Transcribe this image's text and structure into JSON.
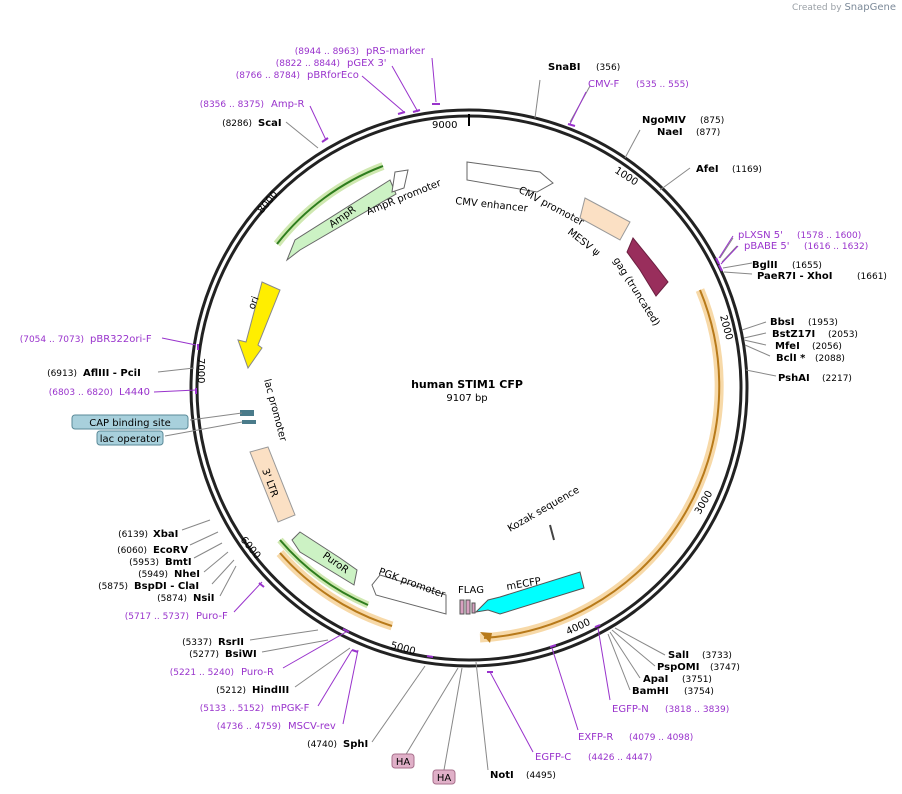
{
  "credit": {
    "prefix": "Created by",
    "brand": "SnapGene"
  },
  "title": "human STIM1 CFP",
  "length_label": "9107 bp",
  "ticks": [
    "1000",
    "2000",
    "3000",
    "4000",
    "5000",
    "6000",
    "7000",
    "8000",
    "9000"
  ],
  "enzymes_right": [
    {
      "name": "SnaBI",
      "pos": "(356)"
    },
    {
      "name": "NgoMIV",
      "pos": "(875)"
    },
    {
      "name": "NaeI",
      "pos": "(877)"
    },
    {
      "name": "AfeI",
      "pos": "(1169)"
    },
    {
      "name": "BglII",
      "pos": "(1655)"
    },
    {
      "name": "PaeR7I - XhoI",
      "pos": "(1661)"
    },
    {
      "name": "BbsI",
      "pos": "(1953)"
    },
    {
      "name": "BstZ17I",
      "pos": "(2053)"
    },
    {
      "name": "MfeI",
      "pos": "(2056)"
    },
    {
      "name": "BclI *",
      "pos": "(2088)"
    },
    {
      "name": "PshAI",
      "pos": "(2217)"
    },
    {
      "name": "SalI",
      "pos": "(3733)"
    },
    {
      "name": "PspOMI",
      "pos": "(3747)"
    },
    {
      "name": "ApaI",
      "pos": "(3751)"
    },
    {
      "name": "BamHI",
      "pos": "(3754)"
    },
    {
      "name": "NotI",
      "pos": "(4495)"
    }
  ],
  "enzymes_left": [
    {
      "name": "ScaI",
      "pos": "(8286)"
    },
    {
      "name": "AflIII - PciI",
      "pos": "(6913)"
    },
    {
      "name": "XbaI",
      "pos": "(6139)"
    },
    {
      "name": "EcoRV",
      "pos": "(6060)"
    },
    {
      "name": "BmtI",
      "pos": "(5953)"
    },
    {
      "name": "NheI",
      "pos": "(5949)"
    },
    {
      "name": "BspDI - ClaI",
      "pos": "(5875)"
    },
    {
      "name": "NsiI",
      "pos": "(5874)"
    },
    {
      "name": "RsrII",
      "pos": "(5337)"
    },
    {
      "name": "BsiWI",
      "pos": "(5277)"
    },
    {
      "name": "HindIII",
      "pos": "(5212)"
    },
    {
      "name": "SphI",
      "pos": "(4740)"
    }
  ],
  "primers": [
    {
      "name": "pRS-marker",
      "pos": "(8944 .. 8963)"
    },
    {
      "name": "pGEX 3'",
      "pos": "(8822 .. 8844)"
    },
    {
      "name": "pBRforEco",
      "pos": "(8766 .. 8784)"
    },
    {
      "name": "Amp-R",
      "pos": "(8356 .. 8375)"
    },
    {
      "name": "CMV-F",
      "pos": "(535 .. 555)"
    },
    {
      "name": "pLXSN 5'",
      "pos": "(1578 .. 1600)"
    },
    {
      "name": "pBABE 5'",
      "pos": "(1616 .. 1632)"
    },
    {
      "name": "pBR322ori-F",
      "pos": "(7054 .. 7073)"
    },
    {
      "name": "L4440",
      "pos": "(6803 .. 6820)"
    },
    {
      "name": "Puro-F",
      "pos": "(5717 .. 5737)"
    },
    {
      "name": "Puro-R",
      "pos": "(5221 .. 5240)"
    },
    {
      "name": "mPGK-F",
      "pos": "(5133 .. 5152)"
    },
    {
      "name": "MSCV-rev",
      "pos": "(4736 .. 4759)"
    },
    {
      "name": "EGFP-N",
      "pos": "(3818 .. 3839)"
    },
    {
      "name": "EXFP-R",
      "pos": "(4079 .. 4098)"
    },
    {
      "name": "EGFP-C",
      "pos": "(4426 .. 4447)"
    }
  ],
  "features": {
    "cmv_enhancer": "CMV enhancer",
    "cmv_promoter": "CMV promoter",
    "mesv": "MESV ψ",
    "gag": "gag (truncated)",
    "kozak": "Kozak sequence",
    "mecfp": "mECFP",
    "flag": "FLAG",
    "pgk": "PGK promoter",
    "puror": "PuroR",
    "ltr": "3' LTR",
    "lac_promoter": "lac promoter",
    "ori": "ori",
    "ampr": "AmpR",
    "ampr_promoter": "AmpR promoter"
  },
  "boxed_labels": [
    {
      "name": "CAP binding site",
      "color": "#a8d0dc"
    },
    {
      "name": "lac operator",
      "color": "#a8d0dc"
    },
    {
      "name": "HA",
      "color": "#e0b0c8"
    },
    {
      "name": "HA",
      "color": "#e0b0c8"
    }
  ]
}
